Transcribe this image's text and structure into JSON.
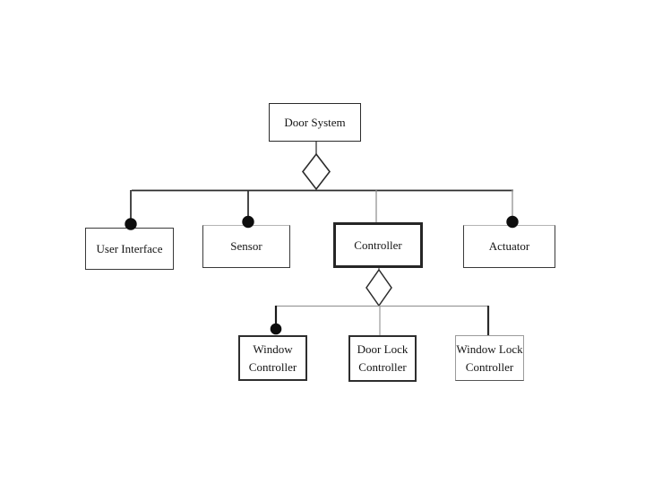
{
  "diagram": {
    "root": {
      "label": "Door System"
    },
    "level2": [
      {
        "id": "user-interface",
        "label": "User Interface",
        "connector": "composition-dot"
      },
      {
        "id": "sensor",
        "label": "Sensor",
        "connector": "composition-dot"
      },
      {
        "id": "controller",
        "label": "Controller",
        "connector": "plain-line"
      },
      {
        "id": "actuator",
        "label": "Actuator",
        "connector": "composition-dot"
      }
    ],
    "level3": [
      {
        "id": "window-controller",
        "line1": "Window",
        "line2": "Controller",
        "connector": "composition-dot"
      },
      {
        "id": "door-lock-controller",
        "line1": "Door Lock",
        "line2": "Controller",
        "connector": "plain-line"
      },
      {
        "id": "window-lock-controller",
        "line1": "Window Lock",
        "line2": "Controller",
        "connector": "plain-line"
      }
    ],
    "icons": {
      "aggregation_diamond": "hollow-diamond",
      "composition_dot": "filled-circle"
    },
    "colors": {
      "line_dark": "#2b2b2b",
      "line_gray": "#9a9a9a",
      "dot": "#0d0d0d",
      "box_border": "#3a3a3a",
      "background": "#ffffff"
    }
  }
}
